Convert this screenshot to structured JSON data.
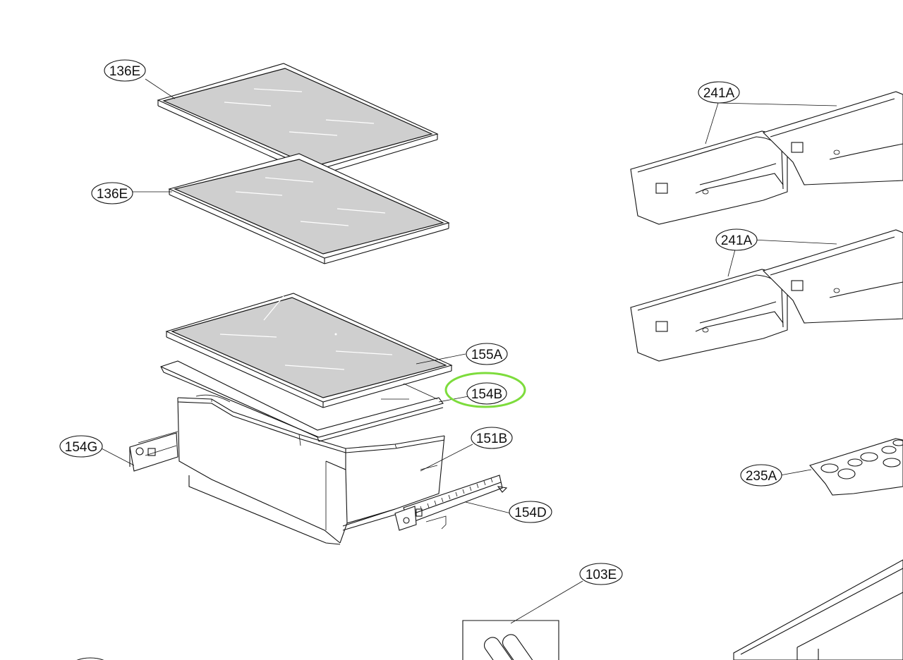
{
  "callouts": [
    {
      "id": "c136e_top",
      "label": "136E"
    },
    {
      "id": "c136e_bottom",
      "label": "136E"
    },
    {
      "id": "c155a",
      "label": "155A"
    },
    {
      "id": "c154b",
      "label": "154B",
      "highlighted": true
    },
    {
      "id": "c154g",
      "label": "154G"
    },
    {
      "id": "c151b",
      "label": "151B"
    },
    {
      "id": "c154d",
      "label": "154D"
    },
    {
      "id": "c103e",
      "label": "103E"
    },
    {
      "id": "c241a_top",
      "label": "241A"
    },
    {
      "id": "c241a_bottom",
      "label": "241A"
    },
    {
      "id": "c235a",
      "label": "235A"
    }
  ],
  "colors": {
    "highlight": "#7ddc3c",
    "line": "#111111",
    "glass": "#cfcfcf"
  }
}
